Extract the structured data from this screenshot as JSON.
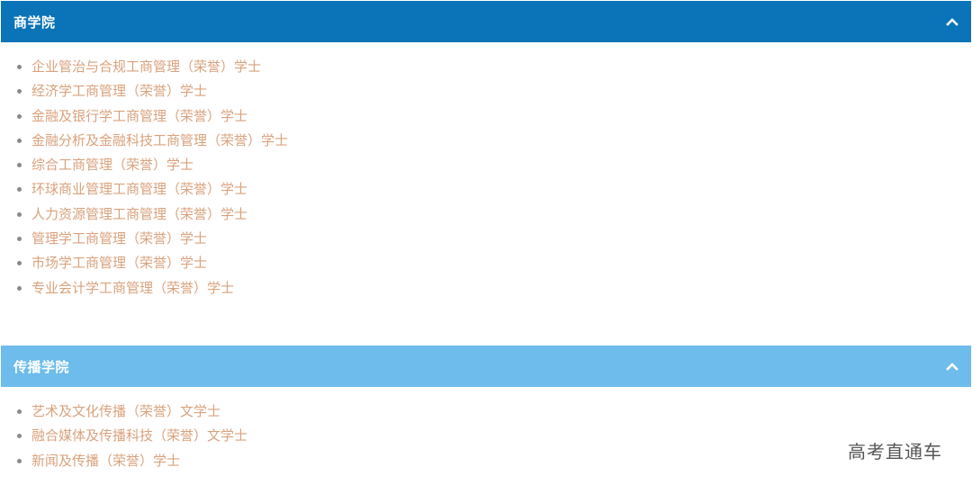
{
  "sections": [
    {
      "title": "商学院",
      "header_color": "#0b73b7",
      "expanded": true,
      "programs": [
        "企业管治与合规工商管理（荣誉）学士",
        "经济学工商管理（荣誉）学士",
        "金融及银行学工商管理（荣誉）学士",
        "金融分析及金融科技工商管理（荣誉）学士",
        "综合工商管理（荣誉）学士",
        "环球商业管理工商管理（荣誉）学士",
        "人力资源管理工商管理（荣誉）学士",
        "管理学工商管理（荣誉）学士",
        "市场学工商管理（荣誉）学士",
        "专业会计学工商管理（荣誉）学士"
      ]
    },
    {
      "title": "传播学院",
      "header_color": "#6dbcec",
      "expanded": true,
      "programs": [
        "艺术及文化传播（荣誉）文学士",
        "融合媒体及传播科技（荣誉）文学士",
        "新闻及传播（荣誉）学士"
      ]
    }
  ],
  "colors": {
    "link": "#d9a27d",
    "bullet": "#8a8a8a",
    "header_text": "#ffffff"
  },
  "icons": {
    "collapse": "chevron-up-icon"
  },
  "watermark": "高考直通车"
}
